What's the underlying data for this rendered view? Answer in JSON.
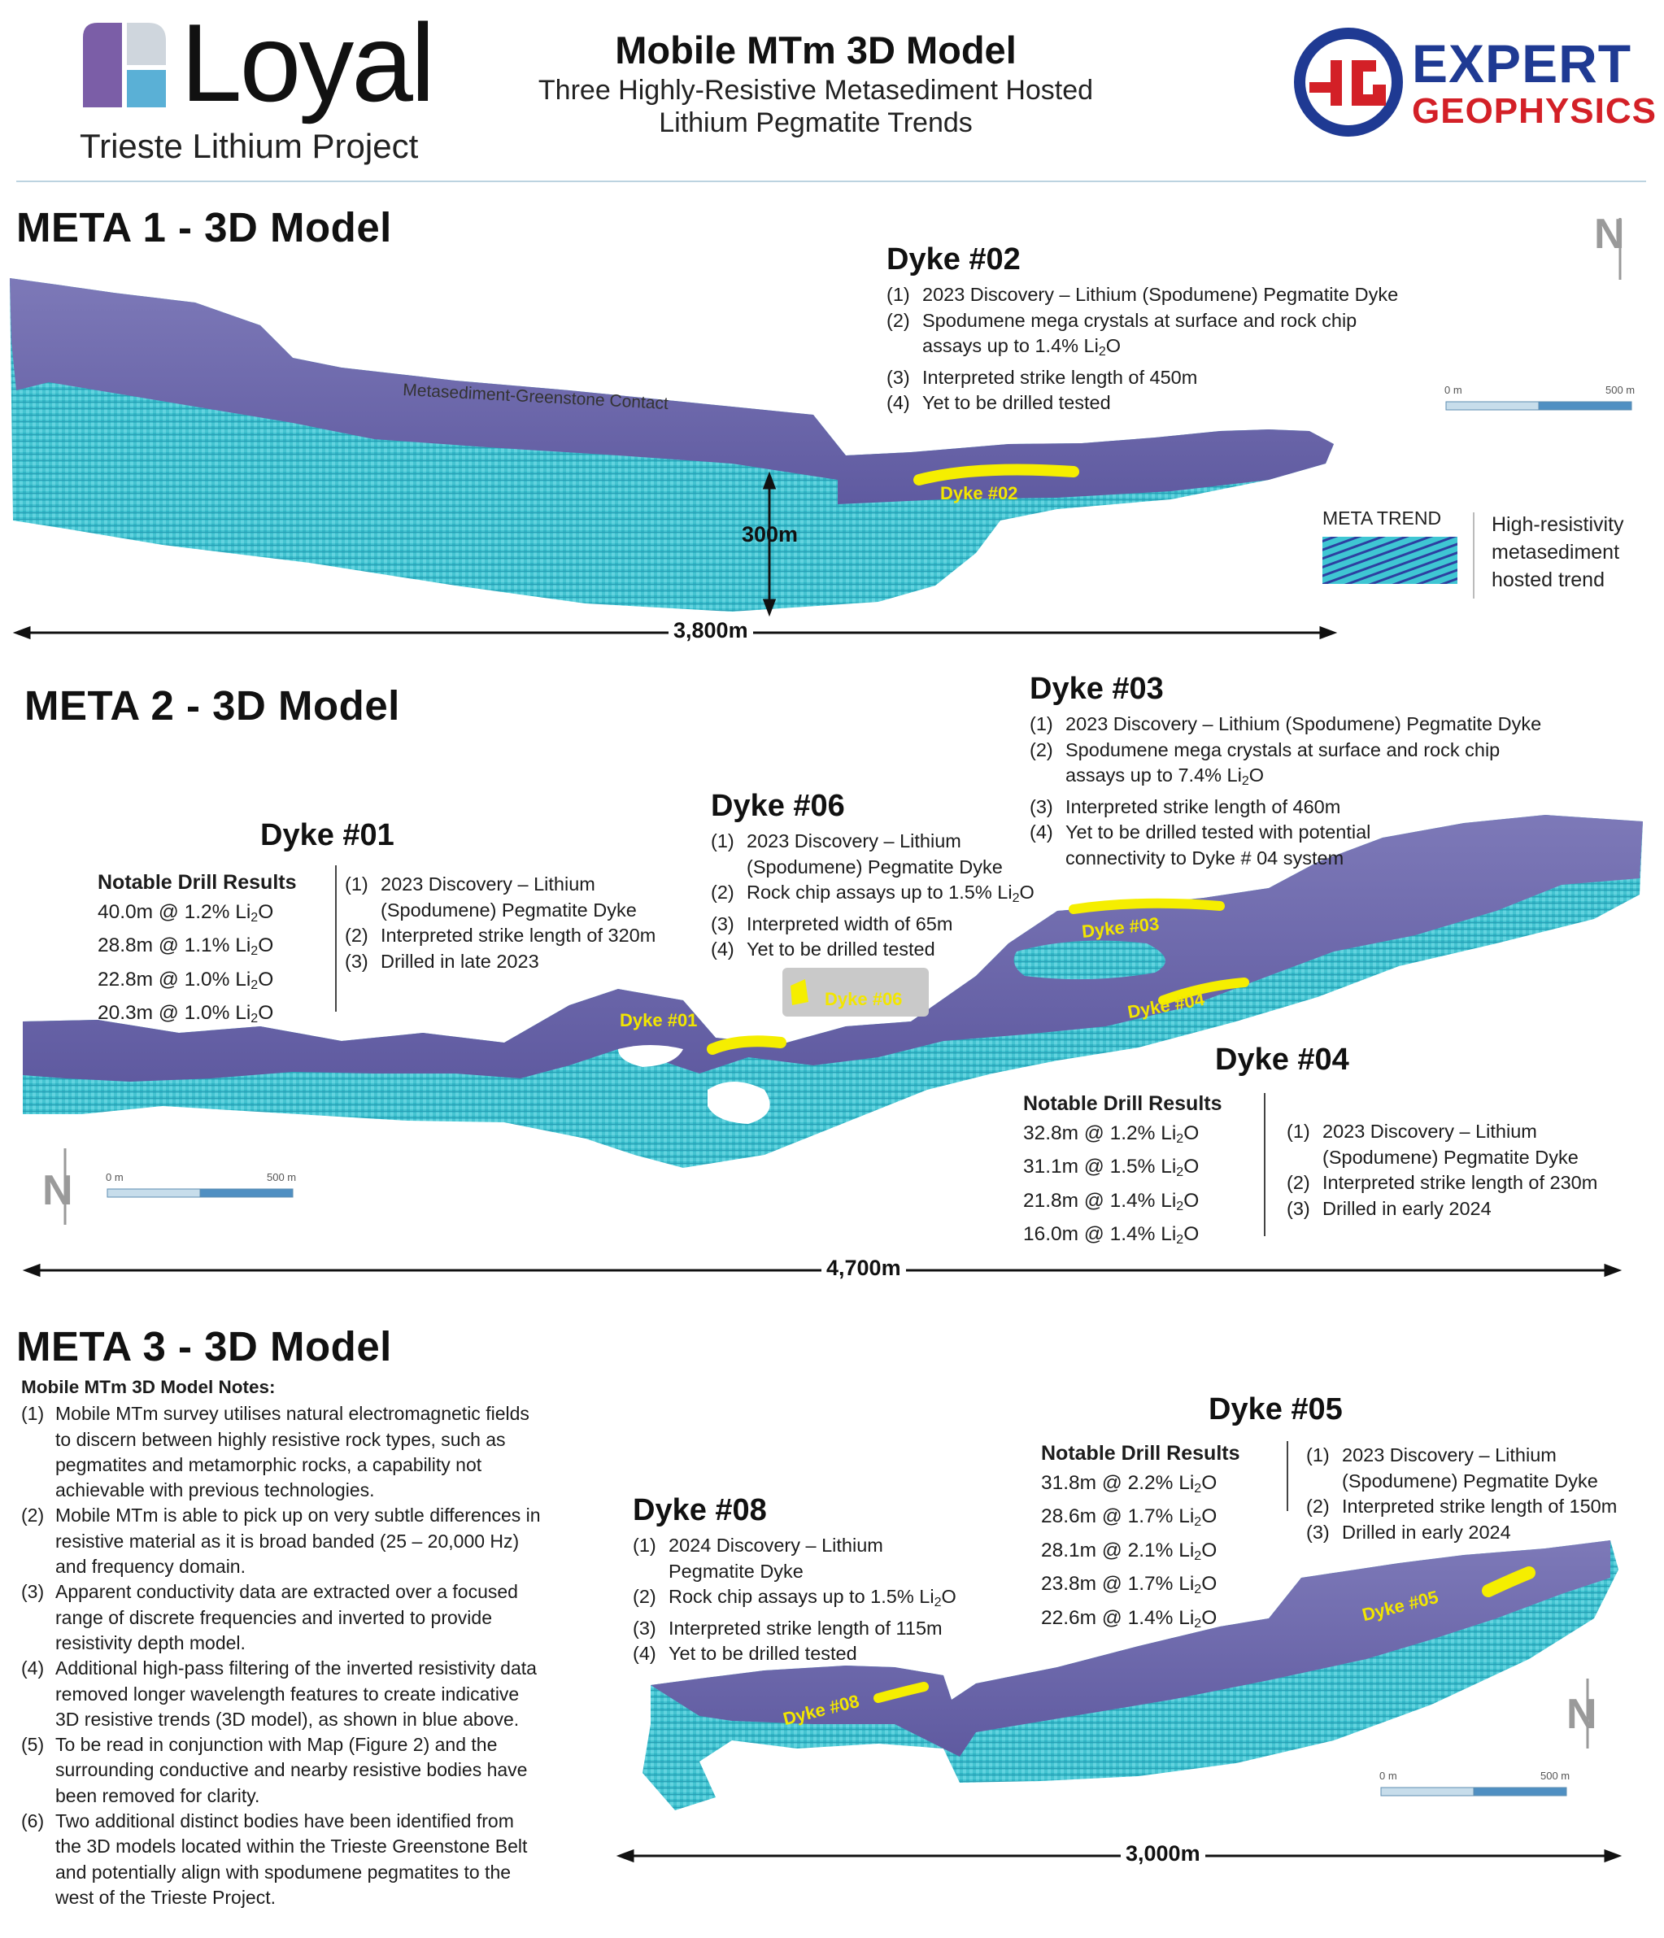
{
  "header": {
    "logo_name": "Loyal",
    "project": "Trieste Lithium Project",
    "title": "Mobile MTm 3D Model",
    "subtitle_line1": "Three Highly-Resistive  Metasediment Hosted",
    "subtitle_line2": "Lithium Pegmatite Trends",
    "partner_line1": "EXPERT",
    "partner_line2": "GEOPHYSICS"
  },
  "meta1": {
    "title": "META 1 - 3D Model",
    "contact_label": "Metasediment-Greenstone Contact",
    "depth_label": "300m",
    "length_label": "3,800m",
    "dyke02": {
      "title": "Dyke #02",
      "map_label": "Dyke #02",
      "items": [
        {
          "num": "(1)",
          "text": "2023 Discovery – Lithium (Spodumene) Pegmatite Dyke"
        },
        {
          "num": "(2)",
          "text": "Spodumene mega crystals at surface and rock chip",
          "text2": "assays up to 1.4% Li",
          "sub": "2",
          "tail": "O"
        },
        {
          "num": "(3)",
          "text": "Interpreted strike length of 450m"
        },
        {
          "num": "(4)",
          "text": "Yet to be drilled tested"
        }
      ]
    },
    "scale": {
      "start": "0 m",
      "end": "500 m"
    },
    "legend": {
      "title": "META TREND",
      "line1": "High-resistivity",
      "line2": "metasediment",
      "line3": "hosted trend"
    }
  },
  "meta2": {
    "title": "META 2 - 3D Model",
    "length_label": "4,700m",
    "scale": {
      "start": "0 m",
      "end": "500 m"
    },
    "dyke01": {
      "title": "Dyke #01",
      "map_label": "Dyke #01",
      "drill_header": "Notable Drill Results",
      "drill": [
        {
          "pre": "40.0m @ 1.2% Li",
          "sub": "2",
          "post": "O"
        },
        {
          "pre": "28.8m @ 1.1% Li",
          "sub": "2",
          "post": "O"
        },
        {
          "pre": "22.8m @ 1.0% Li",
          "sub": "2",
          "post": "O"
        },
        {
          "pre": "20.3m @ 1.0% Li",
          "sub": "2",
          "post": "O"
        }
      ],
      "items": [
        {
          "num": "(1)",
          "text": "2023 Discovery – Lithium",
          "text2": "(Spodumene) Pegmatite Dyke"
        },
        {
          "num": "(2)",
          "text": "Interpreted strike length of 320m"
        },
        {
          "num": "(3)",
          "text": "Drilled in late 2023"
        }
      ]
    },
    "dyke06": {
      "title": "Dyke #06",
      "map_label": "Dyke #06",
      "items": [
        {
          "num": "(1)",
          "text": "2023 Discovery – Lithium",
          "text2": "(Spodumene) Pegmatite Dyke"
        },
        {
          "num": "(2)",
          "text": "Rock chip assays up to 1.5% Li",
          "sub": "2",
          "tail": "O"
        },
        {
          "num": "(3)",
          "text": "Interpreted width of 65m"
        },
        {
          "num": "(4)",
          "text": "Yet to be drilled tested"
        }
      ]
    },
    "dyke03": {
      "title": "Dyke #03",
      "map_label": "Dyke #03",
      "items": [
        {
          "num": "(1)",
          "text": "2023 Discovery – Lithium (Spodumene) Pegmatite Dyke"
        },
        {
          "num": "(2)",
          "text": "Spodumene mega crystals at surface and rock chip",
          "text2": "assays up to 7.4% Li",
          "sub": "2",
          "tail": "O"
        },
        {
          "num": "(3)",
          "text": "Interpreted strike length of 460m"
        },
        {
          "num": "(4)",
          "text": "Yet to be drilled tested with potential",
          "text2": "connectivity to Dyke # 04 system"
        }
      ]
    },
    "dyke04": {
      "title": "Dyke #04",
      "map_label": "Dyke #04",
      "drill_header": "Notable Drill Results",
      "drill": [
        {
          "pre": "32.8m @ 1.2% Li",
          "sub": "2",
          "post": "O"
        },
        {
          "pre": "31.1m @ 1.5% Li",
          "sub": "2",
          "post": "O"
        },
        {
          "pre": "21.8m @ 1.4% Li",
          "sub": "2",
          "post": "O"
        },
        {
          "pre": "16.0m @ 1.4% Li",
          "sub": "2",
          "post": "O"
        }
      ],
      "items": [
        {
          "num": "(1)",
          "text": "2023 Discovery – Lithium",
          "text2": "(Spodumene) Pegmatite Dyke"
        },
        {
          "num": "(2)",
          "text": "Interpreted strike length of 230m"
        },
        {
          "num": "(3)",
          "text": "Drilled in early 2024"
        }
      ]
    }
  },
  "meta3": {
    "title": "META 3 - 3D Model",
    "length_label": "3,000m",
    "scale": {
      "start": "0 m",
      "end": "500 m"
    },
    "notes": {
      "header": "Mobile MTm 3D Model Notes:",
      "items": [
        {
          "num": "(1)",
          "lines": [
            "Mobile MTm survey utilises natural electromagnetic fields",
            "to discern between highly resistive rock types, such as",
            "pegmatites and metamorphic rocks, a capability not",
            "achievable with previous technologies."
          ]
        },
        {
          "num": "(2)",
          "lines": [
            "Mobile MTm is able to pick up on very subtle differences in",
            "resistive material as it is broad banded (25 – 20,000 Hz)",
            "and frequency domain."
          ]
        },
        {
          "num": "(3)",
          "lines": [
            "Apparent conductivity data are extracted over a focused",
            "range of discrete frequencies and inverted to provide",
            "resistivity depth model."
          ]
        },
        {
          "num": "(4)",
          "lines": [
            "Additional high-pass filtering of the inverted resistivity data",
            "removed longer wavelength features to create indicative",
            "3D resistive trends (3D model), as shown in blue above."
          ]
        },
        {
          "num": "(5)",
          "lines": [
            "To be read in conjunction with Map (Figure 2) and the",
            "surrounding conductive and nearby resistive bodies have",
            "been removed for clarity."
          ]
        },
        {
          "num": "(6)",
          "lines": [
            "Two additional distinct bodies have been identified from",
            "the  3D models located within  the Trieste Greenstone Belt",
            "and potentially align with spodumene pegmatites to the",
            "west of the Trieste Project."
          ]
        }
      ]
    },
    "dyke08": {
      "title": "Dyke #08",
      "map_label": "Dyke #08",
      "items": [
        {
          "num": "(1)",
          "text": "2024 Discovery – Lithium",
          "text2": "Pegmatite Dyke"
        },
        {
          "num": "(2)",
          "text": "Rock chip assays up to 1.5% Li",
          "sub": "2",
          "tail": "O"
        },
        {
          "num": "(3)",
          "text": "Interpreted strike length of 115m"
        },
        {
          "num": "(4)",
          "text": "Yet to be drilled tested"
        }
      ]
    },
    "dyke05": {
      "title": "Dyke #05",
      "map_label": "Dyke #05",
      "drill_header": "Notable Drill Results",
      "drill": [
        {
          "pre": "31.8m @ 2.2% Li",
          "sub": "2",
          "post": "O"
        },
        {
          "pre": "28.6m @ 1.7% Li",
          "sub": "2",
          "post": "O"
        },
        {
          "pre": "28.1m @ 2.1% Li",
          "sub": "2",
          "post": "O"
        },
        {
          "pre": "23.8m @ 1.7% Li",
          "sub": "2",
          "post": "O"
        },
        {
          "pre": "22.6m @ 1.4% Li",
          "sub": "2",
          "post": "O"
        }
      ],
      "items": [
        {
          "num": "(1)",
          "text": "2023 Discovery – Lithium",
          "text2": "(Spodumene) Pegmatite Dyke"
        },
        {
          "num": "(2)",
          "text": "Interpreted strike length of 150m"
        },
        {
          "num": "(3)",
          "text": "Drilled in early 2024"
        }
      ]
    }
  },
  "north_label": "N",
  "colors": {
    "purple": "#6e6aa8",
    "cyan": "#3fc6d3",
    "blue_dark": "#2d3fa0",
    "yellow": "#ffff00",
    "label_yellow": "#f2e600",
    "logo_purple": "#7b5ea7",
    "logo_blue": "#5ab0d6",
    "expert_blue": "#1f3a93",
    "expert_red": "#d32027"
  }
}
